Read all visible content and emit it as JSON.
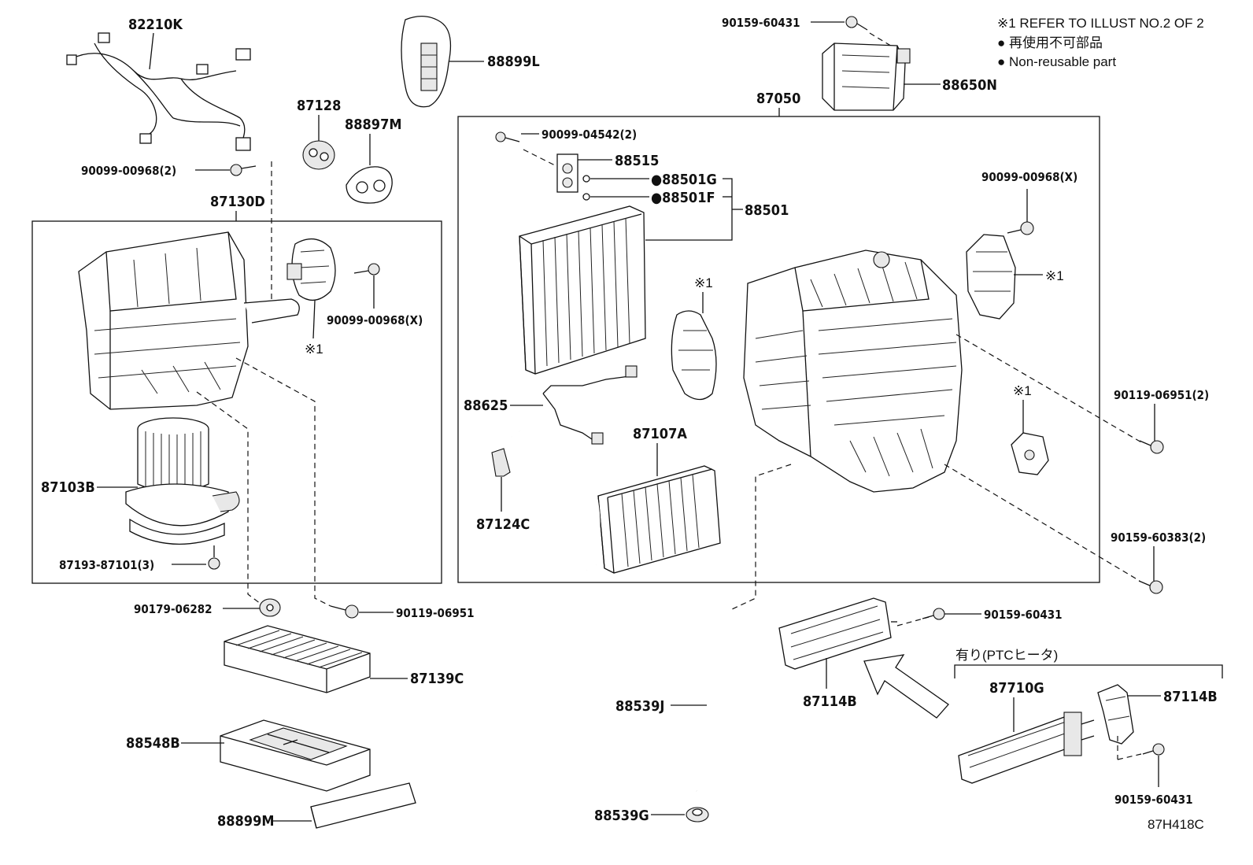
{
  "notes": {
    "ref": "※1 REFER TO ILLUST NO.2 OF 2",
    "nonreusable_jp": "● 再使用不可部品",
    "nonreusable_en": "● Non-reusable part",
    "ptc": "有り(PTCヒータ)",
    "illust_code": "87H418C"
  },
  "labels": {
    "p82210K": "82210K",
    "p88899L": "88899L",
    "p87128": "87128",
    "p88897M": "88897M",
    "p90099_00968_2": "90099-00968(2)",
    "p87130D": "87130D",
    "p90099_00968_X_left": "90099-00968(X)",
    "ref1_left": "※1",
    "p87103B": "87103B",
    "p87193_87101_3": "87193-87101(3)",
    "p90179_06282": "90179-06282",
    "p90119_06951": "90119-06951",
    "p87139C": "87139C",
    "p88548B": "88548B",
    "p88899M": "88899M",
    "p90159_60431_top": "90159-60431",
    "p88650N": "88650N",
    "p87050": "87050",
    "p90099_04542_2": "90099-04542(2)",
    "p88515": "88515",
    "p88501G": "●88501G",
    "p88501F": "●88501F",
    "p88501": "88501",
    "p90099_00968_X_right": "90099-00968(X)",
    "ref1_right": "※1",
    "ref1_center": "※1",
    "ref1_lower": "※1",
    "p88625": "88625",
    "p87107A": "87107A",
    "p87124C": "87124C",
    "p90119_06951_2": "90119-06951(2)",
    "p90159_60383_2": "90159-60383(2)",
    "p90159_60431_mid": "90159-60431",
    "p87114B_mid": "87114B",
    "p88539J": "88539J",
    "p88539G": "88539G",
    "p87710G": "87710G",
    "p87114B_right": "87114B",
    "p90159_60431_bottom": "90159-60431"
  }
}
